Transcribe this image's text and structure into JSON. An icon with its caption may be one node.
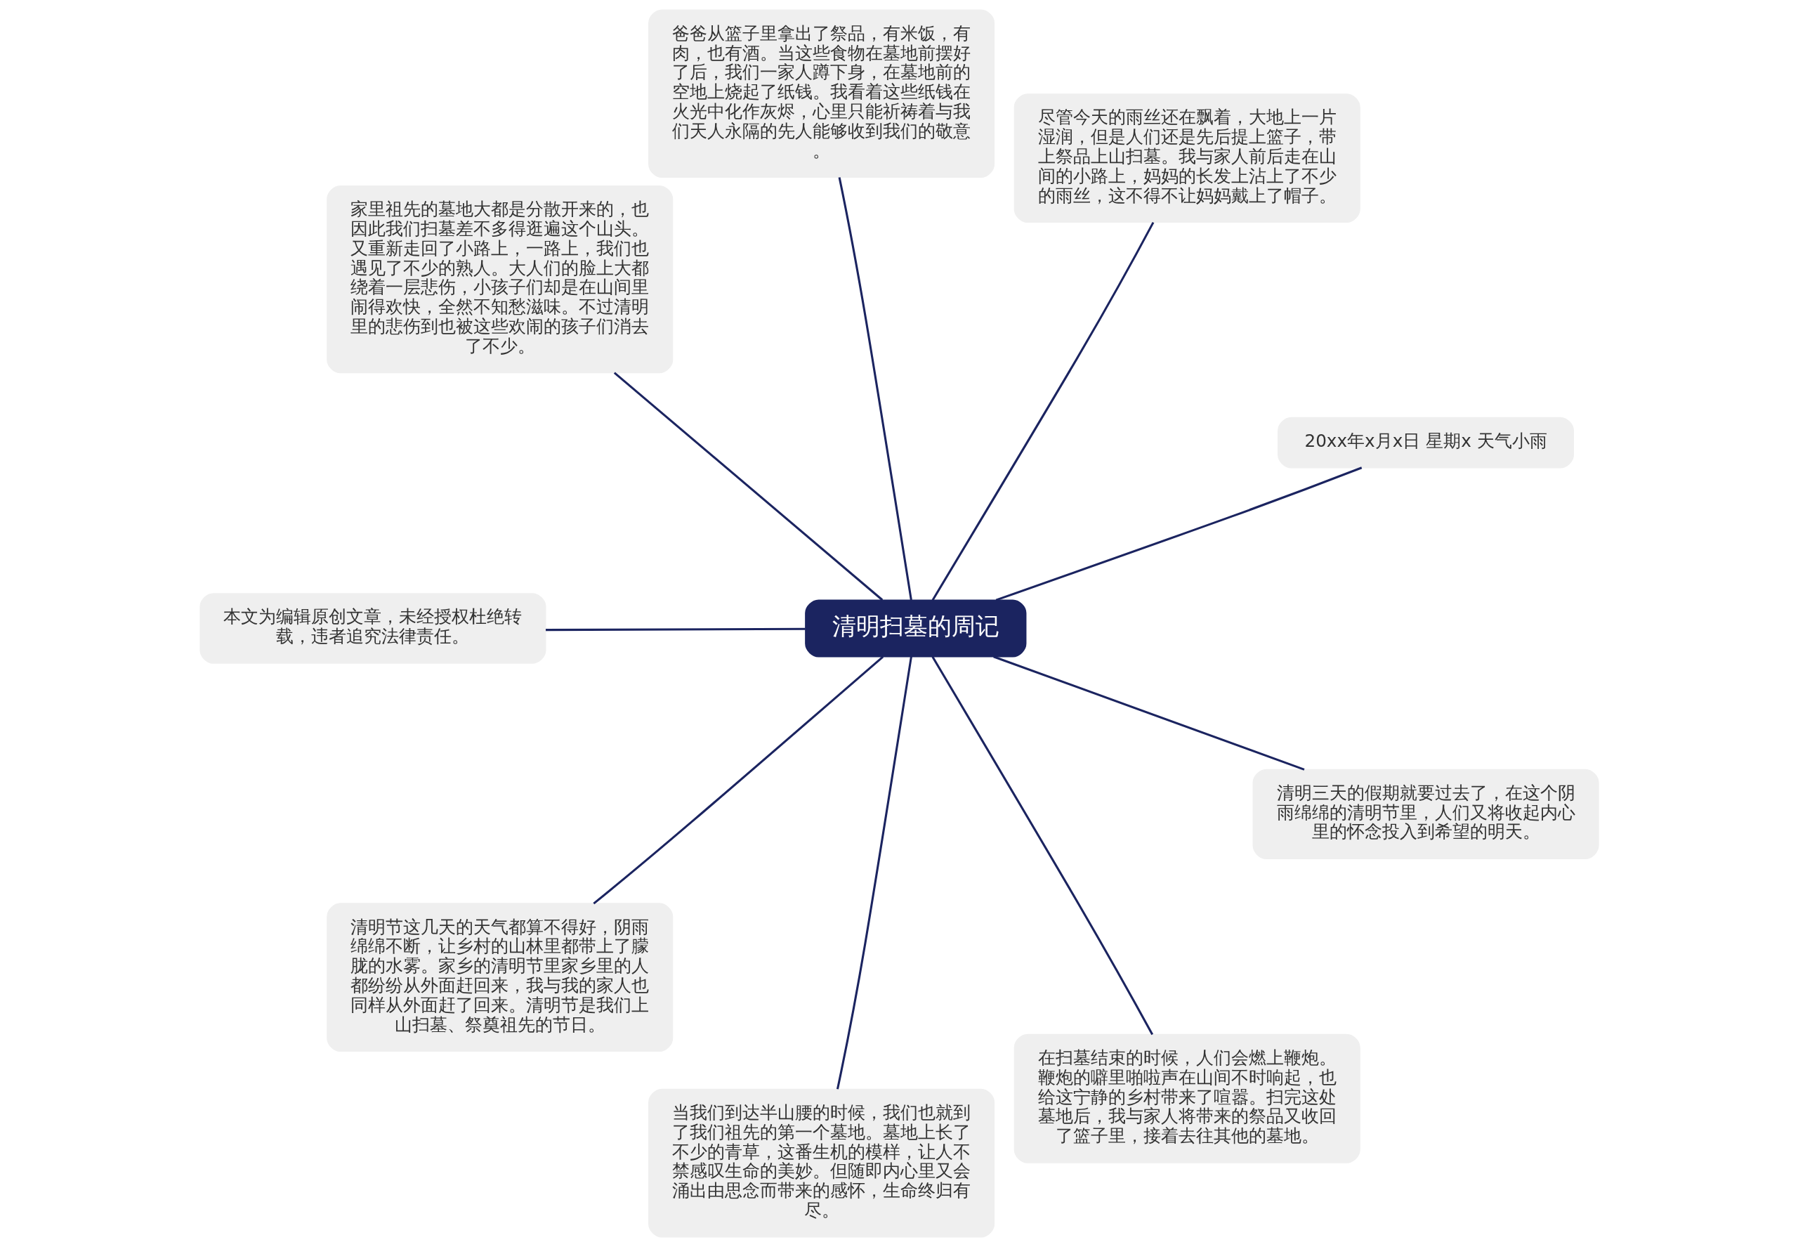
{
  "diagram": {
    "nodes": [
      {
        "text": [
          "清明扫墓的周记"
        ]
      },
      {
        "text": [
          "20xx年x月x日 星期x 天气小雨"
        ]
      },
      {
        "text": [
          "尽管今天的雨丝还在飘着，大地上一片湿润，但是人们还是先后提上篮子，带上祭品上山扫墓。我与家人前后走在山间的小路上，妈妈的长发上沾上了不少的雨丝，这不得不让妈妈戴上了帽子。"
        ]
      },
      {
        "text": [
          "爸爸从篮子里拿出了祭品，有米饭，有肉，也有酒。当这些食物在墓地前摆好了后，我们一家人蹲下身，在墓地前的空地上烧起了纸钱。我看着这些纸钱在火光中化作灰烬，心里只能祈祷着与我们天人永隔的先人能够收到我们的敬意。"
        ]
      },
      {
        "text": [
          "家里祖先的墓地大都是分散开来的，也因此我们扫墓差不多得逛遍这个山头。又重新走回了小路上，一路上，我们也遇见了不少的熟人。大人们的脸上大都绕着一层悲伤，小孩子们却是在山间里闹得欢快，全然不知愁滋味。不过清明里的悲伤到也被这些欢闹的孩子们消去了不少。"
        ]
      },
      {
        "text": [
          "本文为编辑原创文章，未经授权杜绝转载，违者追究法律责任。"
        ]
      },
      {
        "text": [
          "清明节这几天的天气都算不得好，阴雨绵绵不断，让乡村的山林里都带上了朦胧的水雾。家乡的清明节里家乡里的人都纷纷从外面赶回来，我与我的家人也同样从外面赶了回来。清明节是我们上山扫墓、祭奠祖先的节日。"
        ]
      },
      {
        "text": [
          "当我们到达半山腰的时候，我们也就到了我们祖先的第一个墓地。墓地上长了不少的青草，这番生机的模样，让人不禁感叹生命的美妙。但随即内心里又会涌出由思念而带来的感怀，生命终归有尽。"
        ]
      },
      {
        "text": [
          "在扫墓结束的时候，人们会燃上鞭炮。鞭炮的噼里啪啦声在山间不时响起，也给这宁静的乡村带来了喧嚣。扫完这处墓地后，我与家人将带来的祭品又收回了篮子里，接着去往其他的墓地。"
        ]
      },
      {
        "text": [
          "清明三天的假期就要过去了，在这个阴雨绵绵的清明节里，人们又将收起内心里的怀念投入到希望的明天。"
        ]
      }
    ],
    "edges": [
      {
        "from": 0,
        "to": 1,
        "arrow": "none"
      },
      {
        "from": 0,
        "to": 2,
        "arrow": "none"
      },
      {
        "from": 0,
        "to": 3,
        "arrow": "none"
      },
      {
        "from": 0,
        "to": 4,
        "arrow": "none"
      },
      {
        "from": 0,
        "to": 5,
        "arrow": "none"
      },
      {
        "from": 0,
        "to": 6,
        "arrow": "none"
      },
      {
        "from": 0,
        "to": 7,
        "arrow": "none"
      },
      {
        "from": 0,
        "to": 8,
        "arrow": "none"
      },
      {
        "from": 0,
        "to": 9,
        "arrow": "none"
      }
    ]
  }
}
